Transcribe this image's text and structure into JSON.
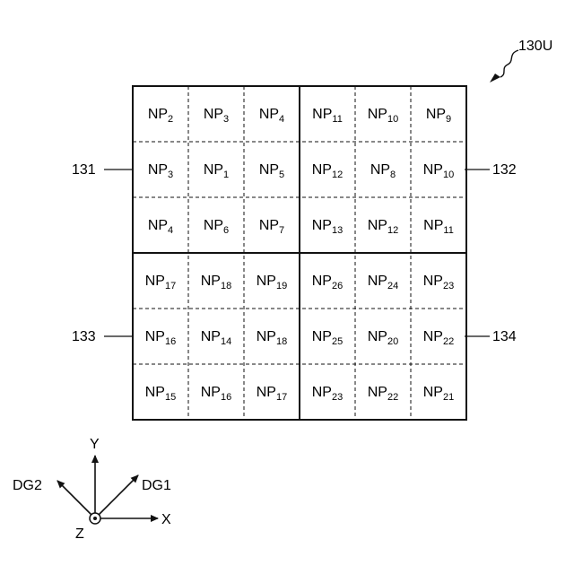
{
  "figure_ref": "130U",
  "side_refs": [
    "131",
    "132",
    "133",
    "134"
  ],
  "grid": [
    [
      {
        "p": "NP",
        "s": "2"
      },
      {
        "p": "NP",
        "s": "3"
      },
      {
        "p": "NP",
        "s": "4"
      },
      {
        "p": "NP",
        "s": "11"
      },
      {
        "p": "NP",
        "s": "10"
      },
      {
        "p": "NP",
        "s": "9"
      }
    ],
    [
      {
        "p": "NP",
        "s": "3"
      },
      {
        "p": "NP",
        "s": "1"
      },
      {
        "p": "NP",
        "s": "5"
      },
      {
        "p": "NP",
        "s": "12"
      },
      {
        "p": "NP",
        "s": "8"
      },
      {
        "p": "NP",
        "s": "10"
      }
    ],
    [
      {
        "p": "NP",
        "s": "4"
      },
      {
        "p": "NP",
        "s": "6"
      },
      {
        "p": "NP",
        "s": "7"
      },
      {
        "p": "NP",
        "s": "13"
      },
      {
        "p": "NP",
        "s": "12"
      },
      {
        "p": "NP",
        "s": "11"
      }
    ],
    [
      {
        "p": "NP",
        "s": "17"
      },
      {
        "p": "NP",
        "s": "18"
      },
      {
        "p": "NP",
        "s": "19"
      },
      {
        "p": "NP",
        "s": "26"
      },
      {
        "p": "NP",
        "s": "24"
      },
      {
        "p": "NP",
        "s": "23"
      }
    ],
    [
      {
        "p": "NP",
        "s": "16"
      },
      {
        "p": "NP",
        "s": "14"
      },
      {
        "p": "NP",
        "s": "18"
      },
      {
        "p": "NP",
        "s": "25"
      },
      {
        "p": "NP",
        "s": "20"
      },
      {
        "p": "NP",
        "s": "22"
      }
    ],
    [
      {
        "p": "NP",
        "s": "15"
      },
      {
        "p": "NP",
        "s": "16"
      },
      {
        "p": "NP",
        "s": "17"
      },
      {
        "p": "NP",
        "s": "23"
      },
      {
        "p": "NP",
        "s": "22"
      },
      {
        "p": "NP",
        "s": "21"
      }
    ]
  ],
  "axes": {
    "y": "Y",
    "x": "X",
    "z": "Z",
    "dg1": "DG1",
    "dg2": "DG2"
  }
}
